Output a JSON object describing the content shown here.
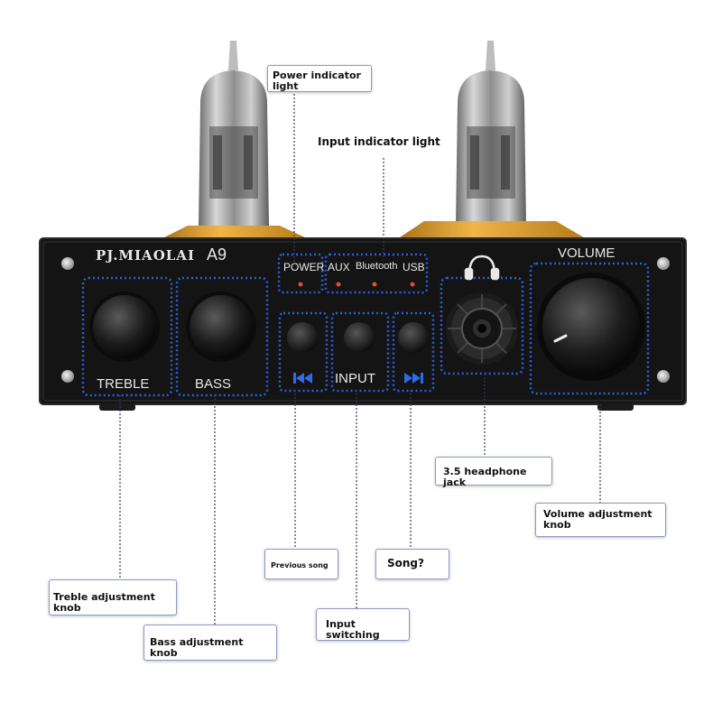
{
  "device": {
    "brand": "PJ.MIAOLAI",
    "model": "A9",
    "indicators": {
      "power": "POWER",
      "aux": "AUX",
      "bluetooth": "Bluetooth",
      "usb": "USB"
    },
    "knob_labels": {
      "treble": "TREBLE",
      "bass": "BASS",
      "volume": "VOLUME"
    },
    "buttons": {
      "previous_icon": "previous-track-icon",
      "input": "INPUT",
      "next_icon": "next-track-icon"
    },
    "headphone_icon": "headphones-icon"
  },
  "callouts": {
    "power_indicator": "Power indicator light",
    "input_indicator": "Input indicator light",
    "headphone_jack": "3.5 headphone jack",
    "volume_knob": "Volume adjustment knob",
    "previous_song": "Previous song",
    "next_song": "Song?",
    "treble_knob": "Treble adjustment knob",
    "input_switching": "Input switching",
    "bass_knob": "Bass adjustment knob"
  },
  "colors": {
    "panel": "#141414",
    "tube_base": "#d99a2b",
    "dotted_box": "#2e5fd8",
    "led": "#e0521c",
    "leader_line": "#3a3a5a"
  }
}
